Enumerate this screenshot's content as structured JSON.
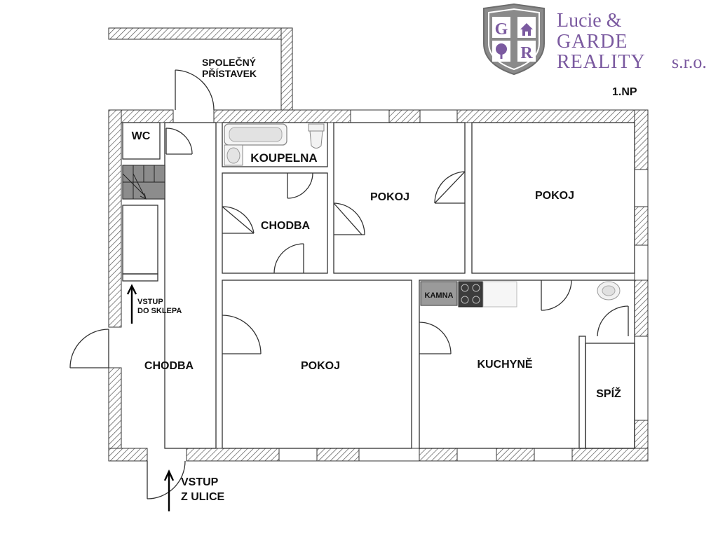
{
  "floor_label": "1.NP",
  "company": {
    "line1": "Lucie &",
    "line2": "GARDE",
    "line3": "REALITY",
    "line3_suffix": "s.r.o.",
    "monogram": [
      "G",
      "R"
    ],
    "brand_color": "#7b5aa0",
    "shield_color": "#8a8a8a"
  },
  "rooms": {
    "wc": "WC",
    "koupelna": "KOUPELNA",
    "chodba_upper": "CHODBA",
    "pokoj_mid_top": "POKOJ",
    "pokoj_right_top": "POKOJ",
    "chodba_main": "CHODBA",
    "pokoj_bottom": "POKOJ",
    "kuchyne": "KUCHYNĚ",
    "spiz": "SPÍŽ",
    "kamna": "KAMNA"
  },
  "annotations": {
    "spolecny_1": "SPOLEČNÝ",
    "spolecny_2": "PŘÍSTAVEK",
    "sklep_1": "VSTUP",
    "sklep_2": "DO SKLEPA",
    "ulice_1": "VSTUP",
    "ulice_2": "Z ULICE"
  },
  "colors": {
    "wall": "#4a4a4a",
    "hatch": "#555555",
    "stairs": "#8c8c8c",
    "kamna": "#9a9a9a"
  }
}
